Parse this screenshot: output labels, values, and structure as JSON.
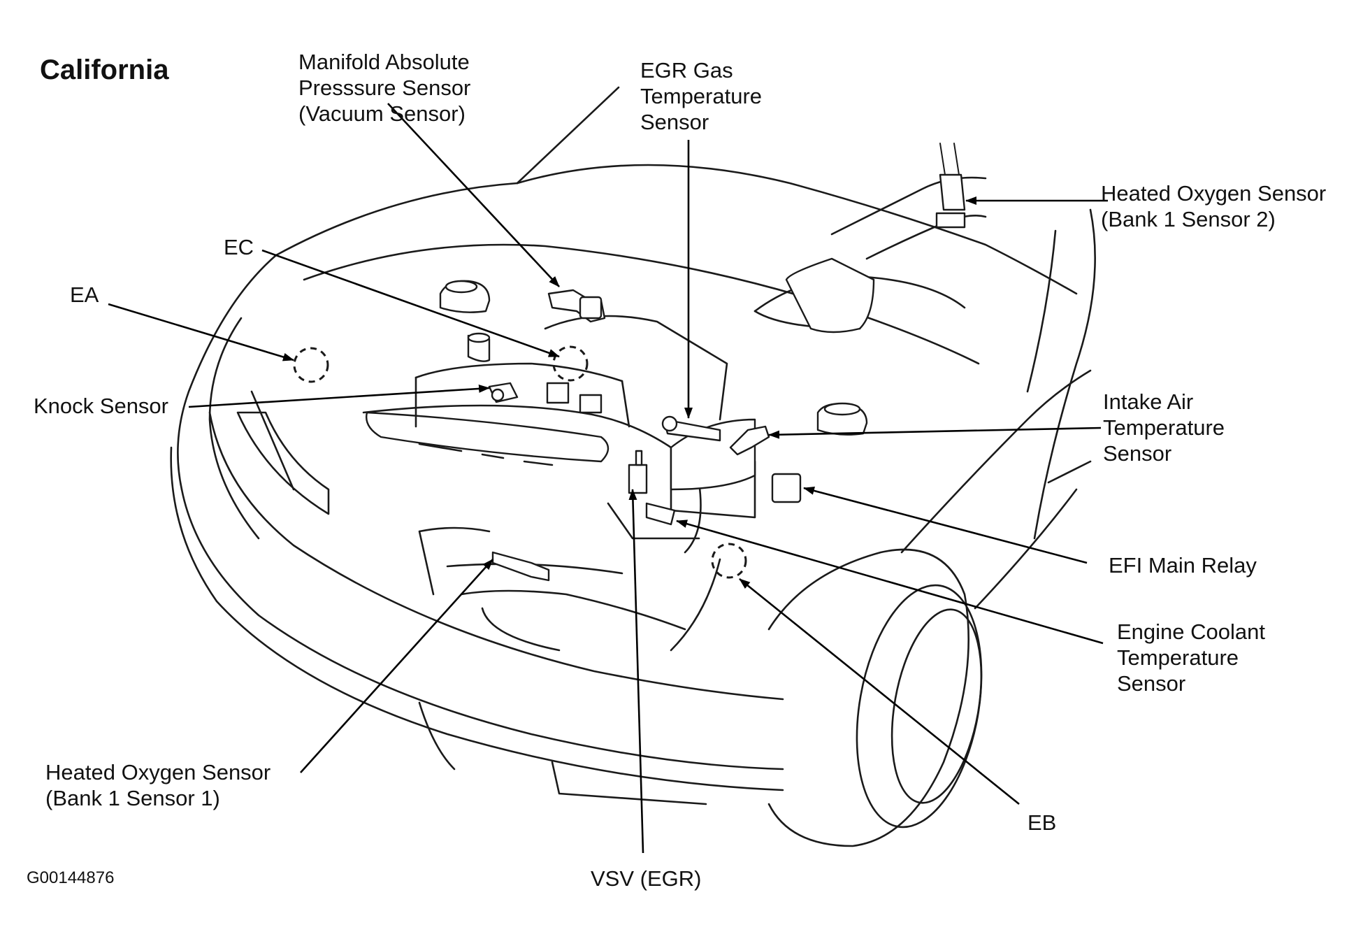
{
  "title": "California",
  "figure_code": "G00144876",
  "labels": {
    "map_sensor": [
      "Manifold Absolute",
      "Presssure Sensor",
      "(Vacuum Sensor)"
    ],
    "egr_gas_temp": [
      "EGR Gas",
      "Temperature",
      "Sensor"
    ],
    "ho2s_bank1_sensor2": [
      "Heated Oxygen Sensor",
      "(Bank 1 Sensor 2)"
    ],
    "ec": "EC",
    "ea": "EA",
    "knock_sensor": "Knock Sensor",
    "intake_air_temp": [
      "Intake Air",
      "Temperature",
      "Sensor"
    ],
    "efi_main_relay": "EFI Main Relay",
    "engine_coolant_temp": [
      "Engine Coolant",
      "Temperature",
      "Sensor"
    ],
    "ho2s_bank1_sensor1": [
      "Heated Oxygen Sensor",
      "(Bank 1 Sensor 1)"
    ],
    "eb": "EB",
    "vsv_egr": "VSV (EGR)"
  }
}
